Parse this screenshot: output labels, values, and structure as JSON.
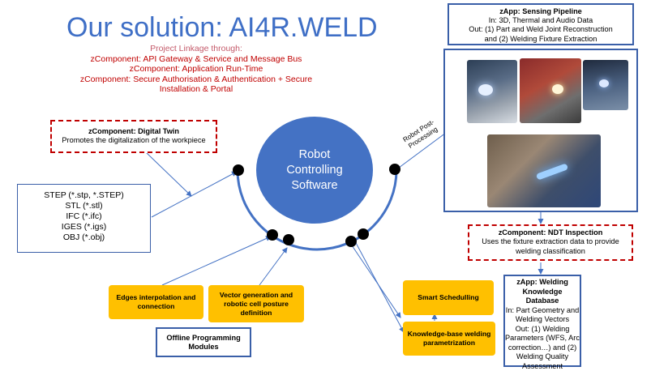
{
  "header": {
    "title": "Our solution: AI4R.WELD",
    "linkage_intro": "Project Linkage through:",
    "linkage_lines": [
      "zComponent: API Gateway & Service and Message Bus",
      "zComponent: Application Run-Time",
      "zComponent: Secure Authorisation & Authentication + Secure",
      "Installation & Portal"
    ]
  },
  "sensing": {
    "title": "zApp: Sensing Pipeline",
    "line1": "In: 3D, Thermal and Audio Data",
    "line2": "Out: (1) Part and Weld Joint Reconstruction",
    "line3": "and (2) Welding Fixture Extraction"
  },
  "digital_twin": {
    "title": "zComponent: Digital Twin",
    "desc": "Promotes the digitalization of the workpiece"
  },
  "robot": {
    "line1": "Robot",
    "line2": "Controlling",
    "line3": "Software",
    "post_label_1": "Robot Post-",
    "post_label_2": "Processing"
  },
  "formats": [
    "STEP (*.stp, *.STEP)",
    "STL (*.stl)",
    "IFC (*.ifc)",
    "IGES (*.igs)",
    "OBJ (*.obj)"
  ],
  "ndt": {
    "title": "zComponent: NDT Inspection",
    "line1": "Uses the fixture extraction data to provide",
    "line2": "welding classification"
  },
  "kb": {
    "title1": "zApp: Welding",
    "title2": "Knowledge Database",
    "lines": [
      "In: Part Geometry and",
      "Welding Vectors",
      "Out: (1) Welding",
      "Parameters (WFS, Arc",
      "correction…) and (2)",
      "Welding Quality",
      "Assessment"
    ]
  },
  "modules": {
    "edges1": "Edges interpolation and",
    "edges2": "connection",
    "vector1": "Vector generation and",
    "vector2": "robotic cell posture",
    "vector3": "definition",
    "offline1": "Offline Programming",
    "offline2": "Modules",
    "smart": "Smart Schedulling",
    "kbweld1": "Knowledge-base welding",
    "kbweld2": "parametrization"
  },
  "colors": {
    "accent_blue": "#4472c4",
    "dashed_red": "#c00000",
    "module_gold": "#ffc000"
  }
}
